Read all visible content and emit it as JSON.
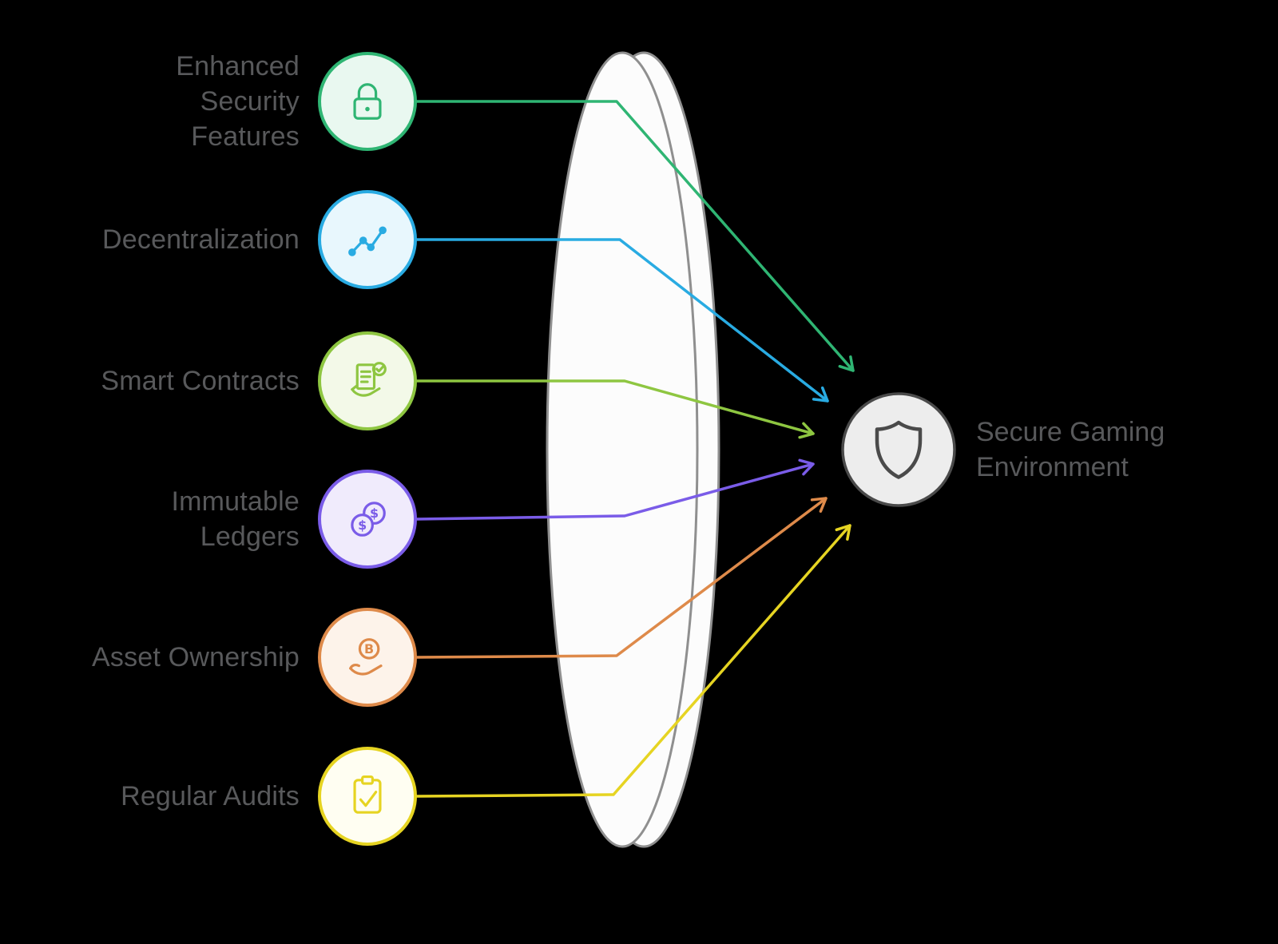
{
  "items": [
    {
      "label": "Enhanced\nSecurity\nFeatures",
      "color": "#2fb573",
      "tint": "#e9f8f0",
      "icon": "lock-icon"
    },
    {
      "label": "Decentralization",
      "color": "#29abe2",
      "tint": "#e8f7fd",
      "icon": "network-graph-icon"
    },
    {
      "label": "Smart Contracts",
      "color": "#8ec641",
      "tint": "#f3f9e8",
      "icon": "smart-contract-icon"
    },
    {
      "label": "Immutable\nLedgers",
      "color": "#7a5ce8",
      "tint": "#f0ebfc",
      "icon": "coins-icon"
    },
    {
      "label": "Asset Ownership",
      "color": "#de8a4a",
      "tint": "#fdf3ea",
      "icon": "bitcoin-hand-icon"
    },
    {
      "label": "Regular Audits",
      "color": "#e6d422",
      "tint": "#fffef2",
      "icon": "clipboard-check-icon"
    }
  ],
  "target": {
    "label": "Secure Gaming\nEnvironment",
    "icon": "shield-icon",
    "circle_fill": "#ededed",
    "circle_stroke": "#4a4a4a"
  },
  "colors": {
    "background": "#000000",
    "label_text": "#58595b",
    "lens_fill": "#fcfcfc",
    "lens_stroke": "#8f8f8f"
  }
}
